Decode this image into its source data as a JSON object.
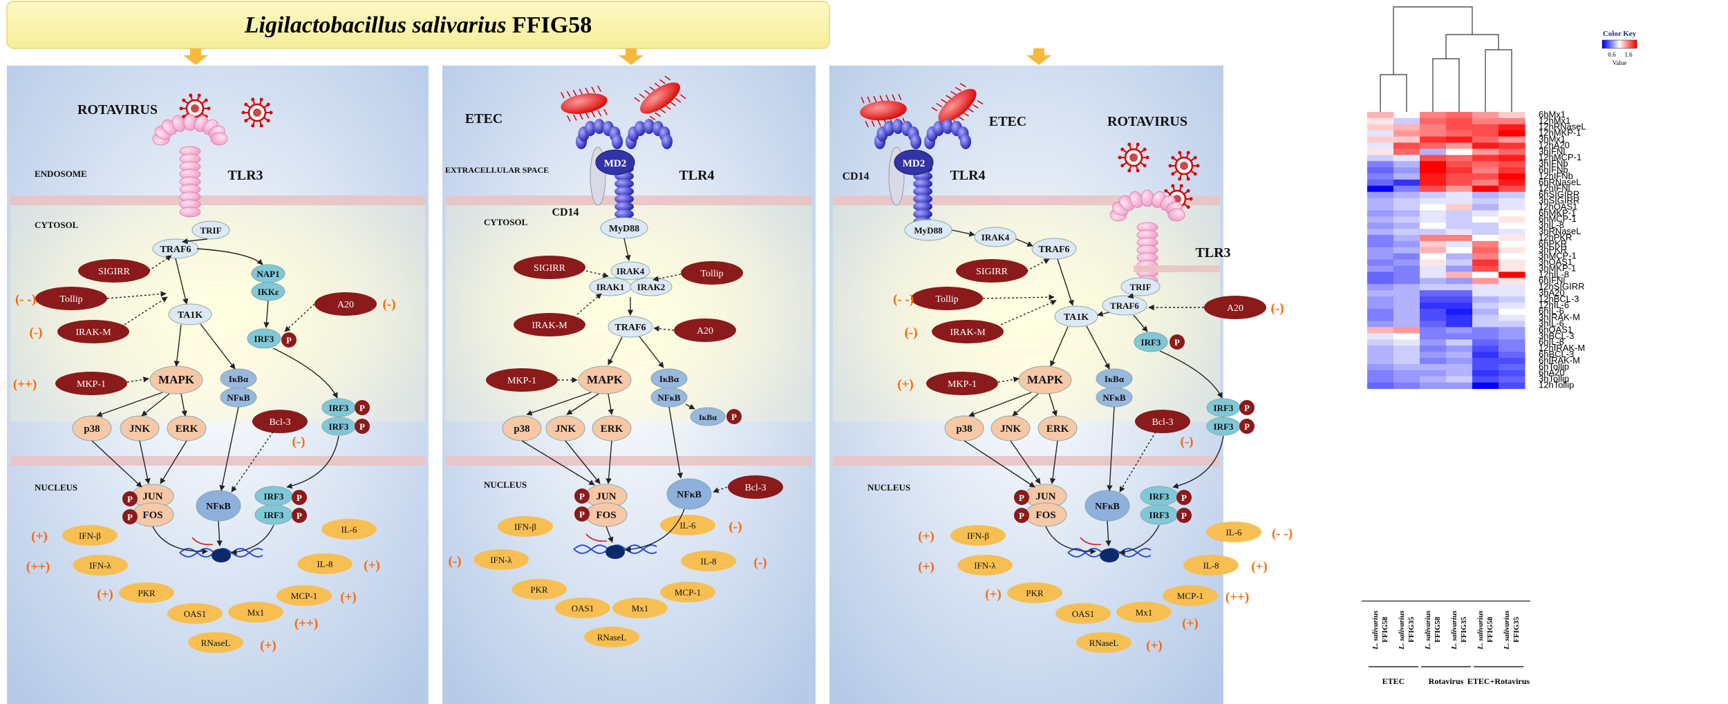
{
  "title_italic": "Ligilactobacillus salivarius",
  "title_strain": " FFIG58",
  "panel1": {
    "pathogen": "ROTAVIRUS",
    "receptor": "TLR3",
    "membrane": "ENDOSOME",
    "cytosol": "CYTOSOL",
    "nucleus": "NUCLEUS",
    "trif": "TRIF",
    "traf6": "TRAF6",
    "nap1": "NAP1",
    "ikke": "IKKε",
    "tak1": "TA1K",
    "irf3": "IRF3",
    "mapk": "MAPK",
    "ikba": "IκBα",
    "nfkb": "NFκB",
    "p38": "p38",
    "jnk": "JNK",
    "erk": "ERK",
    "jun": "JUN",
    "fos": "FOS",
    "sigirr": "SIGIRR",
    "tollip": "Tollip",
    "irakm": "IRAK-M",
    "mkp1": "MKP-1",
    "a20": "A20",
    "bcl3": "Bcl-3",
    "e_tollip": "(- -)",
    "e_irakm": "(-)",
    "e_mkp1": "(++)",
    "e_a20": "(-)",
    "e_bcl3": "(-)",
    "ifnb": "IFN-β",
    "ifnl": "IFN-λ",
    "pkr": "PKR",
    "oas1": "OAS1",
    "mx1": "Mx1",
    "rnasel": "RNaseL",
    "il6": "IL-6",
    "il8": "IL-8",
    "mcp1": "MCP-1",
    "e_ifnb": "(+)",
    "e_ifnl": "(++)",
    "e_pkr": "(+)",
    "e_rnasel": "(+)",
    "e_il8": "(+)",
    "e_mcp1": "(+)",
    "e_mx1": "(++)"
  },
  "panel2": {
    "pathogen": "ETEC",
    "receptor": "TLR4",
    "md2": "MD2",
    "cd14": "CD14",
    "membrane": "EXTRACELLULAR SPACE",
    "cytosol": "CYTOSOL",
    "nucleus": "NUCLEUS",
    "myd88": "MyD88",
    "irak4": "IRAK4",
    "irak1": "IRAK1",
    "irak2": "IRAK2",
    "traf6": "TRAF6",
    "mapk": "MAPK",
    "ikba": "IκBα",
    "nfkb": "NFκB",
    "p38": "p38",
    "jnk": "JNK",
    "erk": "ERK",
    "jun": "JUN",
    "fos": "FOS",
    "nfkb_n": "NFκB",
    "sigirr": "SIGIRR",
    "tollip": "Tollip",
    "irakm": "IRAK-M",
    "mkp1": "MKP-1",
    "a20": "A20",
    "bcl3": "Bcl-3",
    "ifnb": "IFN-β",
    "ifnl": "IFN-λ",
    "pkr": "PKR",
    "oas1": "OAS1",
    "mx1": "Mx1",
    "rnasel": "RNaseL",
    "il6": "IL-6",
    "il8": "IL-8",
    "mcp1": "MCP-1",
    "e_ifnl": "(-)",
    "e_il6": "(-)",
    "e_il8": "(-)"
  },
  "panel3": {
    "pathogen1": "ETEC",
    "pathogen2": "ROTAVIRUS",
    "receptor1": "TLR4",
    "receptor2": "TLR3",
    "md2": "MD2",
    "cd14": "CD14",
    "nucleus": "NUCLEUS",
    "myd88": "MyD88",
    "irak4": "IRAK4",
    "traf6a": "TRAF6",
    "trif": "TRIF",
    "traf6b": "TRAF6",
    "tak1": "TA1K",
    "irf3": "IRF3",
    "mapk": "MAPK",
    "ikba": "IκBα",
    "nfkb": "NFκB",
    "p38": "p38",
    "jnk": "JNK",
    "erk": "ERK",
    "jun": "JUN",
    "fos": "FOS",
    "sigirr": "SIGIRR",
    "tollip": "Tollip",
    "irakm": "IRAK-M",
    "mkp1": "MKP-1",
    "a20": "A20",
    "bcl3": "Bcl-3",
    "e_tollip": "(- -)",
    "e_irakm": "(-)",
    "e_mkp1": "(+)",
    "e_a20": "(-)",
    "e_bcl3": "(-)",
    "ifnb": "IFN-β",
    "ifnl": "IFN-λ",
    "pkr": "PKR",
    "oas1": "OAS1",
    "mx1": "Mx1",
    "rnasel": "RNaseL",
    "il6": "IL-6",
    "il8": "IL-8",
    "mcp1": "MCP-1",
    "e_ifnb": "(+)",
    "e_ifnl": "(+)",
    "e_pkr": "(+)",
    "e_rnasel": "(+)",
    "e_il6": "(- -)",
    "e_il8": "(+)",
    "e_mcp1": "(++)",
    "e_mx1": "(+)"
  },
  "common": {
    "p": "P"
  },
  "heatmap": {
    "color_key_title": "Color Key",
    "key_ticks": [
      "0.6",
      "1.6"
    ],
    "key_label": "Value",
    "rows": [
      "6hMx1",
      "12hMx1",
      "12hRNaseL",
      "12hMKP-1",
      "3hMx1",
      "12hA20",
      "3hIFNl",
      "12hMCP-1",
      "3hIFNb",
      "6hIFNb",
      "12hIFNb",
      "6hRNaseL",
      "12hIFNl",
      "6hSIGIRR",
      "3hSIGIRR",
      "12hOAS1",
      "6hMKP-1",
      "6hMCP-1",
      "3hIL-8",
      "3hRNaseL",
      "12hPKR",
      "6hPKR",
      "3hPKR",
      "3hMCP-1",
      "3hOAS1",
      "3hMKP-1",
      "12hIL-8",
      "6hIFNl",
      "12hSIGIRR",
      "3hA20",
      "12hBCL-3",
      "12hIL-6",
      "6hIL-6",
      "3hIRAK-M",
      "3hIL-6",
      "6hOAS1",
      "3hBCL-3",
      "6hIL-8",
      "12hIRAK-M",
      "6hBCL-3",
      "6hIRAK-M",
      "6hTollip",
      "6hA20",
      "3hTollip",
      "12hTollip"
    ],
    "columns": [
      {
        "species": "L. salivarius",
        "strain": "FFIG58"
      },
      {
        "species": "L. salivarius",
        "strain": "FFIG35"
      },
      {
        "species": "L. salivarius",
        "strain": "FFIG58"
      },
      {
        "species": "L. salivarius",
        "strain": "FFIG35"
      },
      {
        "species": "L. salivarius",
        "strain": "FFIG58"
      },
      {
        "species": "L. salivarius",
        "strain": "FFIG35"
      }
    ],
    "groups": [
      "ETEC",
      "Rotavirus",
      "ETEC+Rotavirus"
    ],
    "values": [
      [
        1.25,
        1.1,
        1.35,
        1.4,
        1.3,
        1.2
      ],
      [
        1.15,
        1.0,
        1.4,
        1.45,
        1.35,
        1.35
      ],
      [
        1.2,
        1.25,
        1.35,
        1.45,
        1.45,
        1.55
      ],
      [
        1.05,
        1.3,
        1.35,
        1.4,
        1.45,
        1.6
      ],
      [
        1.2,
        1.2,
        1.5,
        1.55,
        1.4,
        1.3
      ],
      [
        1.05,
        1.45,
        1.4,
        1.3,
        1.55,
        1.5
      ],
      [
        1.15,
        1.4,
        0.95,
        1.1,
        1.3,
        1.4
      ],
      [
        1.0,
        1.05,
        1.45,
        1.4,
        1.5,
        1.55
      ],
      [
        0.85,
        0.95,
        1.6,
        1.45,
        1.4,
        1.45
      ],
      [
        0.8,
        0.9,
        1.6,
        1.5,
        1.35,
        1.5
      ],
      [
        0.85,
        0.95,
        1.55,
        1.45,
        1.45,
        1.6
      ],
      [
        0.8,
        0.7,
        1.55,
        1.45,
        1.35,
        1.55
      ],
      [
        0.6,
        0.85,
        1.45,
        1.3,
        1.7,
        1.45
      ],
      [
        0.9,
        0.95,
        1.0,
        1.05,
        0.95,
        1.0
      ],
      [
        0.95,
        1.0,
        1.05,
        1.05,
        1.0,
        1.05
      ],
      [
        0.95,
        1.0,
        1.1,
        1.2,
        0.95,
        1.05
      ],
      [
        0.9,
        0.95,
        1.05,
        1.0,
        1.05,
        1.1
      ],
      [
        0.95,
        1.0,
        1.05,
        1.0,
        1.1,
        1.15
      ],
      [
        0.9,
        0.95,
        1.1,
        1.0,
        1.0,
        1.1
      ],
      [
        0.95,
        1.0,
        1.0,
        1.05,
        1.0,
        1.05
      ],
      [
        0.85,
        0.95,
        1.35,
        1.35,
        1.1,
        1.15
      ],
      [
        0.85,
        0.9,
        1.2,
        1.05,
        1.35,
        1.1
      ],
      [
        0.9,
        0.95,
        1.25,
        1.1,
        1.4,
        1.15
      ],
      [
        0.9,
        0.85,
        1.1,
        0.95,
        1.35,
        1.1
      ],
      [
        0.85,
        0.9,
        1.15,
        1.0,
        1.5,
        1.15
      ],
      [
        0.9,
        0.85,
        1.05,
        0.9,
        1.45,
        1.15
      ],
      [
        0.8,
        0.85,
        1.05,
        1.25,
        1.1,
        1.65
      ],
      [
        0.8,
        0.85,
        0.95,
        0.9,
        1.3,
        1.15
      ],
      [
        0.9,
        0.95,
        1.0,
        1.0,
        1.05,
        1.05
      ],
      [
        0.95,
        0.95,
        0.8,
        0.8,
        1.05,
        1.05
      ],
      [
        0.9,
        0.95,
        0.75,
        0.75,
        0.95,
        1.0
      ],
      [
        0.9,
        0.95,
        0.7,
        0.7,
        1.0,
        1.05
      ],
      [
        0.85,
        0.95,
        0.75,
        0.65,
        0.95,
        1.1
      ],
      [
        0.85,
        0.95,
        0.75,
        0.7,
        1.0,
        1.05
      ],
      [
        0.9,
        0.95,
        0.8,
        0.7,
        1.0,
        1.0
      ],
      [
        1.25,
        1.3,
        0.85,
        0.9,
        0.85,
        0.9
      ],
      [
        1.05,
        1.1,
        0.85,
        0.85,
        0.85,
        0.9
      ],
      [
        1.0,
        1.05,
        0.9,
        1.0,
        0.8,
        0.85
      ],
      [
        0.95,
        1.0,
        0.85,
        0.9,
        0.75,
        0.85
      ],
      [
        0.95,
        1.0,
        0.9,
        0.95,
        0.7,
        0.8
      ],
      [
        0.95,
        1.0,
        0.85,
        0.9,
        0.75,
        0.75
      ],
      [
        0.9,
        0.95,
        0.95,
        0.95,
        0.75,
        0.8
      ],
      [
        0.85,
        0.9,
        0.9,
        0.95,
        0.7,
        0.75
      ],
      [
        0.85,
        0.9,
        0.95,
        1.0,
        0.75,
        0.8
      ],
      [
        0.8,
        0.85,
        0.9,
        0.9,
        0.6,
        0.75
      ]
    ]
  },
  "colors": {
    "low": "#0000ff",
    "mid": "#ffffff",
    "high": "#ff0000",
    "inhibitor": "#8b1a1a",
    "effect": "#ff6600"
  }
}
